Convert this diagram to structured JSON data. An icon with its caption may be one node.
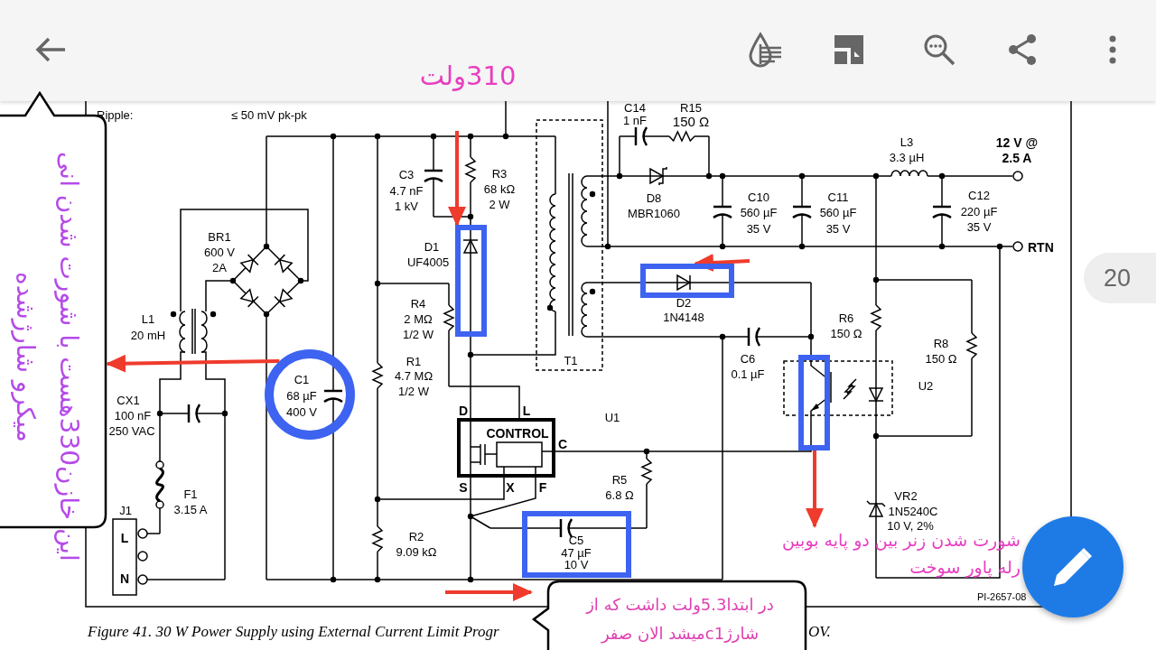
{
  "diagram": {
    "caption": "Figure 41. 30 W Power Supply using External Current Limit Progr",
    "nodes": [
      {
        "text": [
          "این خازن330هست با شورت شدن انی میکرو شارژشده"
        ]
      },
      {
        "text": [],
        "shape": "circle"
      },
      {
        "text": [],
        "shape": "box"
      },
      {
        "text": [],
        "shape": "box"
      },
      {
        "text": [],
        "shape": "box"
      },
      {
        "text": [],
        "shape": "box"
      },
      {
        "text": [
          "شورت شدن زنر بین دو پایه بوبین رله پاور سوخت"
        ]
      },
      {
        "text": [
          "در ابتدا5.3ولت داشت که از شارژc1میشد الان صفر"
        ]
      },
      {
        "text": [
          "20"
        ]
      }
    ],
    "edges": [
      {
        "from": 1,
        "to": 0,
        "arrow": "to"
      },
      {
        "from": null,
        "to": 2,
        "arrow": "to"
      },
      {
        "from": null,
        "to": 3,
        "arrow": "to"
      },
      {
        "from": 4,
        "to": 6,
        "arrow": "to"
      },
      {
        "from": null,
        "to": 7,
        "arrow": "to"
      }
    ],
    "labels": [
      "310ولت",
      "Ripple:",
      "≤ 50 mV pk-pk",
      "C14",
      "R15",
      "1 nF",
      "150 Ω",
      "L3",
      "3.3 µH",
      "12 V @",
      "2.5 A",
      "C3",
      "4.7 nF",
      "1 kV",
      "R3",
      "68 kΩ",
      "2 W",
      "D8",
      "MBR1060",
      "C10",
      "560 µF",
      "35 V",
      "C11",
      "560 µF",
      "35 V",
      "C12",
      "220 µF",
      "35 V",
      "RTN",
      "BR1",
      "600 V",
      "2A",
      "D1",
      "UF4005",
      "R4",
      "2 MΩ",
      "1/2 W",
      "D2",
      "1N4148",
      "L1",
      "20 mH",
      "T1",
      "R6",
      "150 Ω",
      "C6",
      "0.1 µF",
      "C1",
      "68 µF",
      "400 V",
      "R1",
      "4.7 MΩ",
      "1/2 W",
      "R8",
      "150 Ω",
      "U2",
      "CX1",
      "100 nF",
      "250 VAC",
      "D",
      "L",
      "U1",
      "CONTROL",
      "C",
      "R5",
      "6.8 Ω",
      "S",
      "X",
      "F",
      "F1",
      "3.15 A",
      "J1",
      "L",
      "VR2",
      "1N5240C",
      "10 V, 2%",
      "R2",
      "9.09 kΩ",
      "C5",
      "47 µF",
      "10 V",
      "N",
      "PI-2657-08",
      "OV."
    ]
  }
}
